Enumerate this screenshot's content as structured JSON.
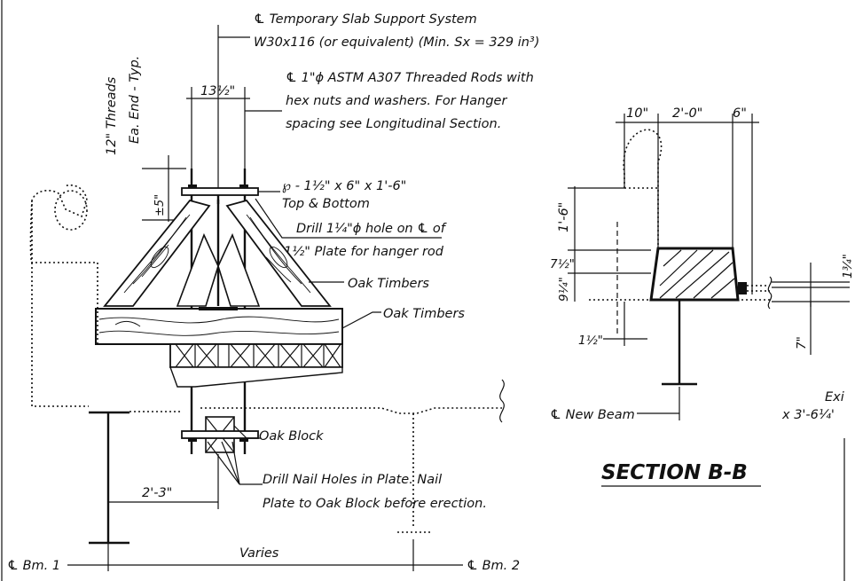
{
  "notes": {
    "support_1": "℄ Temporary Slab Support System",
    "support_2": "W30x116 (or equivalent) (Min. Sx = 329 in³)",
    "rods_1": "℄ 1\"ϕ ASTM A307 Threaded Rods with",
    "rods_2": "hex nuts and washers.  For Hanger",
    "rods_3": "spacing see Longitudinal Section.",
    "threads_1": "12\" Threads",
    "threads_2": "Ea. End - Typ.",
    "plate_1": "℘ - 1½\" x 6\" x 1'-6\"",
    "plate_2": "Top & Bottom",
    "drill_1": "Drill 1¼\"ϕ hole on ℄ of",
    "drill_2": "1½\" Plate for hanger rod",
    "oak_timbers_upper": "Oak Timbers",
    "oak_timbers_lower": "Oak Timbers",
    "oak_block": "Oak Block",
    "nail_1": "Drill Nail Holes in Plate.  Nail",
    "nail_2": "Plate to Oak Block before erection.",
    "beam1": "℄ Bm. 1",
    "beam2": "℄ Bm. 2",
    "varies": "Varies",
    "new_beam": "℄ New Beam",
    "existing_1": "Exi",
    "existing_2": "x 3'-6¼'"
  },
  "dimensions": {
    "d_13_5": "13½\"",
    "d_5": "±5\"",
    "d_2_3": "2'-3\"",
    "d_10": "10\"",
    "d_2_0": "2'-0\"",
    "d_6": "6\"",
    "d_1_6": "1'-6\"",
    "d_7_5": "7½\"",
    "d_9_25": "9¼\"",
    "d_1_5": "1½\"",
    "d_1_75": "1¾\"",
    "d_7": "7\""
  },
  "section_title": "SECTION B-B"
}
